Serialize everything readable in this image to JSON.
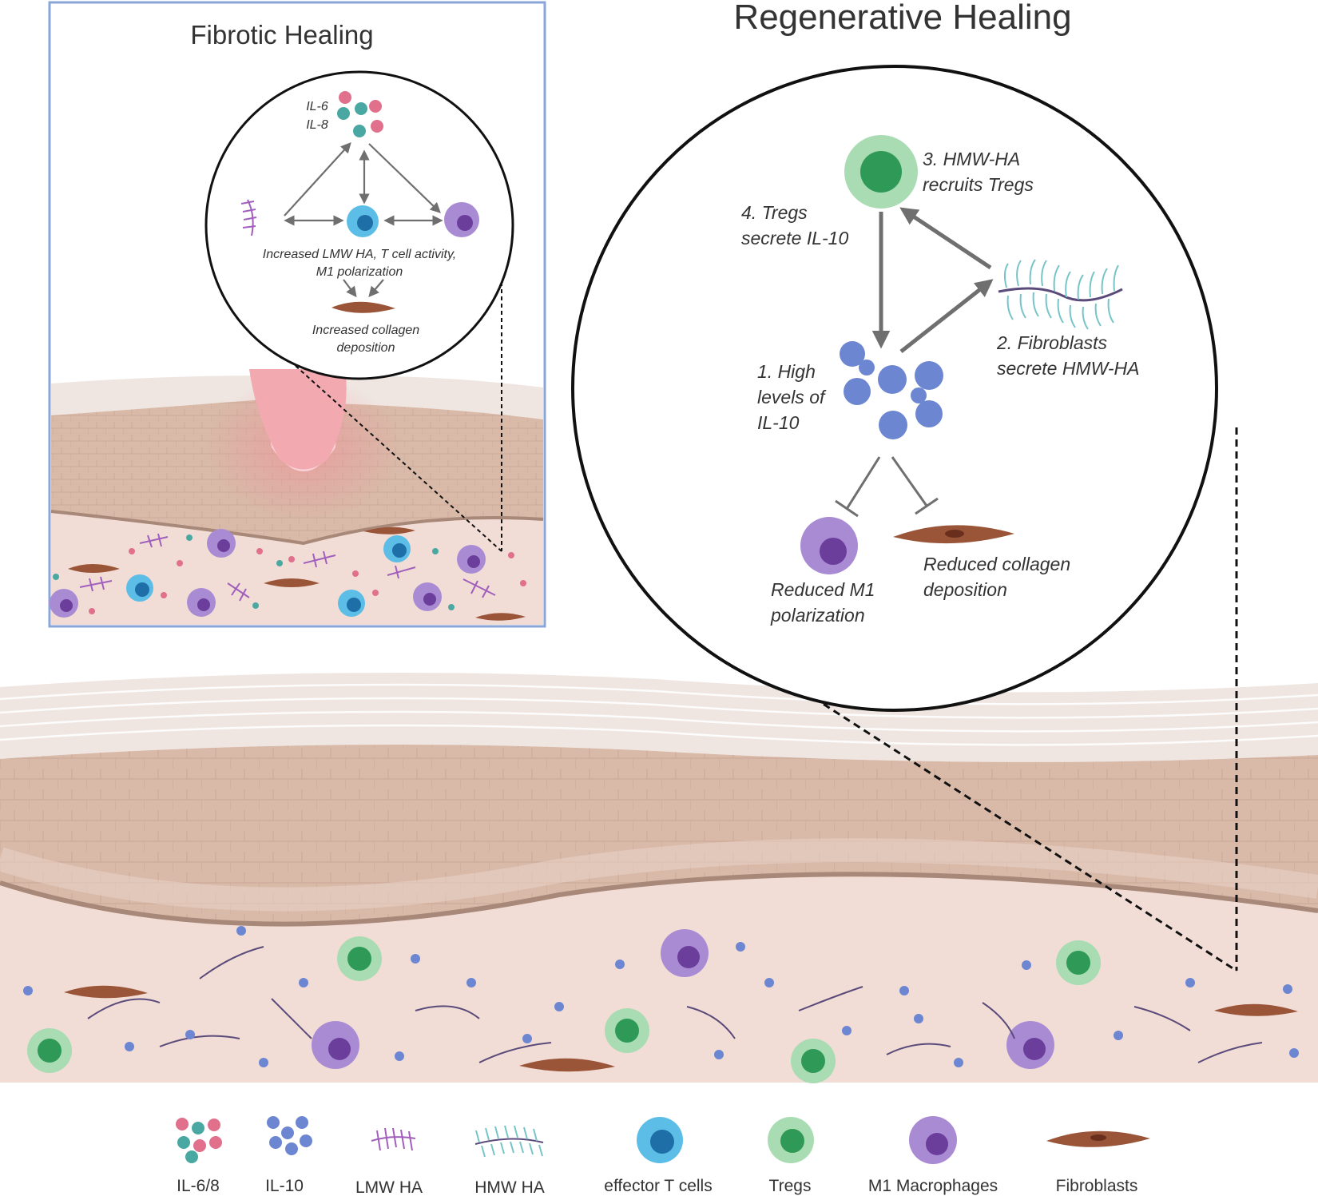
{
  "titles": {
    "fibrotic": "Fibrotic Healing",
    "regenerative": "Regenerative Healing"
  },
  "fibrotic_zoom": {
    "cytokine_label_1": "IL-6",
    "cytokine_label_2": "IL-8",
    "activity_line_1": "Increased LMW HA, T cell activity,",
    "activity_line_2": "M1 polarization",
    "collagen_line_1": "Increased  collagen",
    "collagen_line_2": "deposition"
  },
  "regenerative_zoom": {
    "step3_line_1": "3. HMW-HA",
    "step3_line_2": "recruits Tregs",
    "step4_line_1": "4. Tregs",
    "step4_line_2": "secrete IL-10",
    "step1_line_1": "1. High",
    "step1_line_2": "levels of",
    "step1_line_3": "IL-10",
    "step2_line_1": "2. Fibroblasts",
    "step2_line_2": "secrete HMW-HA",
    "m1_line_1": "Reduced M1",
    "m1_line_2": "polarization",
    "collagen_line_1": "Reduced collagen",
    "collagen_line_2": "deposition"
  },
  "legend": [
    {
      "label": "IL-6/8"
    },
    {
      "label": "IL-10"
    },
    {
      "label": "LMW HA"
    },
    {
      "label": "HMW HA"
    },
    {
      "label": "effector T cells"
    },
    {
      "label": "Tregs"
    },
    {
      "label": "M1 Macrophages"
    },
    {
      "label": "Fibroblasts"
    }
  ],
  "colors": {
    "panel_border": "#8aa6d9",
    "dermis": "#f2ddd6",
    "epidermis": "#d9b9a8",
    "skin_line": "#a88878",
    "wound": "#f2a9b0",
    "il68_pink": "#e0708c",
    "il68_teal": "#4aa8a2",
    "il10_blue": "#6c86d2",
    "lmw_ha": "#a15fbd",
    "hmw_ha": "#77c4c8",
    "hmw_backbone": "#5a4a7a",
    "effector_t": "#5cbde6",
    "treg": "#7bc98e",
    "macrophage": "#a98bd4",
    "fibroblast": "#9a5438",
    "arrow": "#6f6f6f"
  }
}
